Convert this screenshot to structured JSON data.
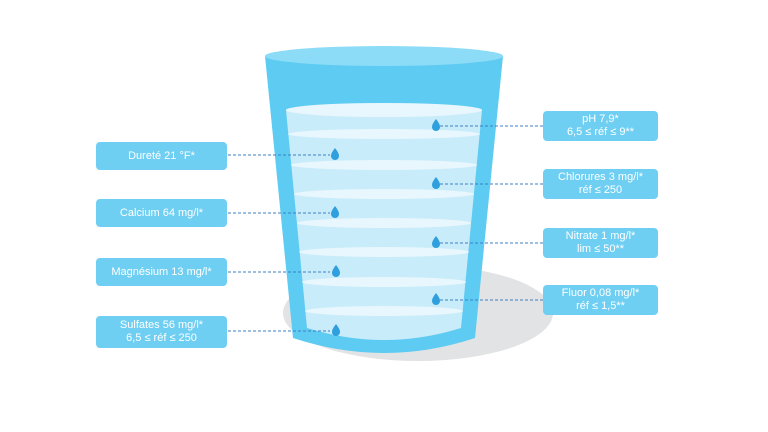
{
  "colors": {
    "label_bg": "#6fcff3",
    "glass_blue": "#5dcbf2",
    "glass_rim": "#8ddcf7",
    "water": "#c9ecfa",
    "ring": "#e8f7fd",
    "drop": "#2f9fdd",
    "connector": "#3b7fc4",
    "shadow": "#e2e3e5"
  },
  "labels_left": [
    {
      "id": "durete",
      "lines": [
        "Dureté 21 °F*"
      ]
    },
    {
      "id": "calcium",
      "lines": [
        "Calcium 64 mg/l*"
      ]
    },
    {
      "id": "magnesium",
      "lines": [
        "Magnésium 13 mg/l*"
      ]
    },
    {
      "id": "sulfates",
      "lines": [
        "Sulfates 56 mg/l*",
        "6,5 ≤ réf ≤ 250"
      ]
    }
  ],
  "labels_right": [
    {
      "id": "ph",
      "lines": [
        "pH 7,9*",
        "6,5 ≤ réf ≤ 9**"
      ]
    },
    {
      "id": "chlorures",
      "lines": [
        "Chlorures 3 mg/l*",
        "réf ≤ 250"
      ]
    },
    {
      "id": "nitrate",
      "lines": [
        "Nitrate 1 mg/l*",
        "lim ≤ 50**"
      ]
    },
    {
      "id": "fluor",
      "lines": [
        "Fluor 0,08 mg/l*",
        "réf ≤ 1,5**"
      ]
    }
  ]
}
